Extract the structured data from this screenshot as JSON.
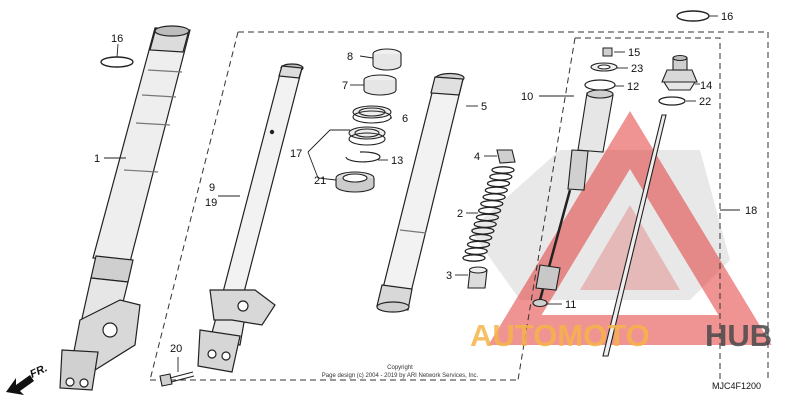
{
  "callouts": [
    {
      "id": "c1",
      "text": "1"
    },
    {
      "id": "c2",
      "text": "2"
    },
    {
      "id": "c3",
      "text": "3"
    },
    {
      "id": "c4",
      "text": "4"
    },
    {
      "id": "c5",
      "text": "5"
    },
    {
      "id": "c6",
      "text": "6"
    },
    {
      "id": "c7",
      "text": "7"
    },
    {
      "id": "c8",
      "text": "8"
    },
    {
      "id": "c9",
      "text": "9"
    },
    {
      "id": "c19",
      "text": "19"
    },
    {
      "id": "c10",
      "text": "10"
    },
    {
      "id": "c11",
      "text": "11"
    },
    {
      "id": "c12",
      "text": "12"
    },
    {
      "id": "c13",
      "text": "13"
    },
    {
      "id": "c14",
      "text": "14"
    },
    {
      "id": "c15",
      "text": "15"
    },
    {
      "id": "c16a",
      "text": "16"
    },
    {
      "id": "c16b",
      "text": "16"
    },
    {
      "id": "c17",
      "text": "17"
    },
    {
      "id": "c18",
      "text": "18"
    },
    {
      "id": "c20",
      "text": "20"
    },
    {
      "id": "c21",
      "text": "21"
    },
    {
      "id": "c22",
      "text": "22"
    },
    {
      "id": "c23",
      "text": "23"
    }
  ],
  "direction_label": "FR.",
  "diagram_code": "MJC4F1200",
  "copyright_line1": "Copyright",
  "copyright_line2": "Page design (c) 2004 - 2019 by ARI Network Services, Inc.",
  "watermark": {
    "word_a": "AUTOMOTO",
    "word_b": "HUB",
    "color_a": "#f5b54a",
    "color_b": "#4a4a4a",
    "logo_color": "#e23b3b"
  }
}
